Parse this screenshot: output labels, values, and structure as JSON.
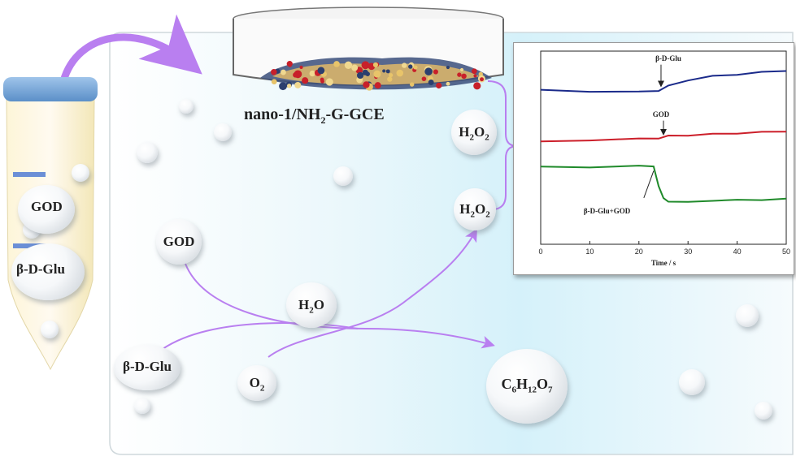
{
  "tube": {
    "label_enzyme": "GOD",
    "label_substrate": "β-D-Glu"
  },
  "electrode": {
    "label_prefix": "nano-1/NH",
    "label_sub": "2",
    "label_suffix": "-G-GCE"
  },
  "species": {
    "h2o2_top": {
      "main": "H",
      "s1": "2",
      "mid": "O",
      "s2": "2"
    },
    "h2o2_mid": {
      "main": "H",
      "s1": "2",
      "mid": "O",
      "s2": "2"
    },
    "h2o": {
      "main": "H",
      "s1": "2",
      "mid": "O"
    },
    "god": "GOD",
    "glu": "β-D-Glu",
    "o2": {
      "main": "O",
      "s1": "2"
    },
    "product": {
      "a": "C",
      "s1": "6",
      "b": "H",
      "s2": "12",
      "c": "O",
      "s3": "7"
    }
  },
  "colors": {
    "arrow": "#b97ff0",
    "curve_blue": "#1a2a8a",
    "curve_red": "#cc1f2a",
    "curve_green": "#1f8a2a",
    "panel": "#dff4fb"
  },
  "chart_data": {
    "type": "line",
    "xlabel": "Time / s",
    "ylabel": "",
    "xlim": [
      0,
      50
    ],
    "xticks": [
      "0",
      "10",
      "20",
      "30",
      "40",
      "50"
    ],
    "yaxis_ticks_shown": false,
    "annotations": [
      "β-D-Glu",
      "GOD",
      "β-D-Glu+GOD"
    ],
    "series": [
      {
        "color": "#1a2a8a",
        "x": [
          0,
          10,
          20,
          24,
          26,
          30,
          35,
          40,
          45,
          50
        ],
        "y": [
          0.8,
          0.79,
          0.79,
          0.795,
          0.82,
          0.85,
          0.87,
          0.88,
          0.89,
          0.9
        ]
      },
      {
        "color": "#cc1f2a",
        "x": [
          0,
          10,
          20,
          24,
          26,
          30,
          35,
          40,
          45,
          50
        ],
        "y": [
          0.53,
          0.54,
          0.545,
          0.55,
          0.56,
          0.565,
          0.57,
          0.575,
          0.58,
          0.585
        ]
      },
      {
        "color": "#1f8a2a",
        "x": [
          0,
          10,
          20,
          23,
          24,
          25,
          26,
          30,
          35,
          40,
          45,
          50
        ],
        "y": [
          0.4,
          0.4,
          0.405,
          0.405,
          0.3,
          0.24,
          0.22,
          0.22,
          0.225,
          0.23,
          0.23,
          0.235
        ]
      }
    ]
  }
}
